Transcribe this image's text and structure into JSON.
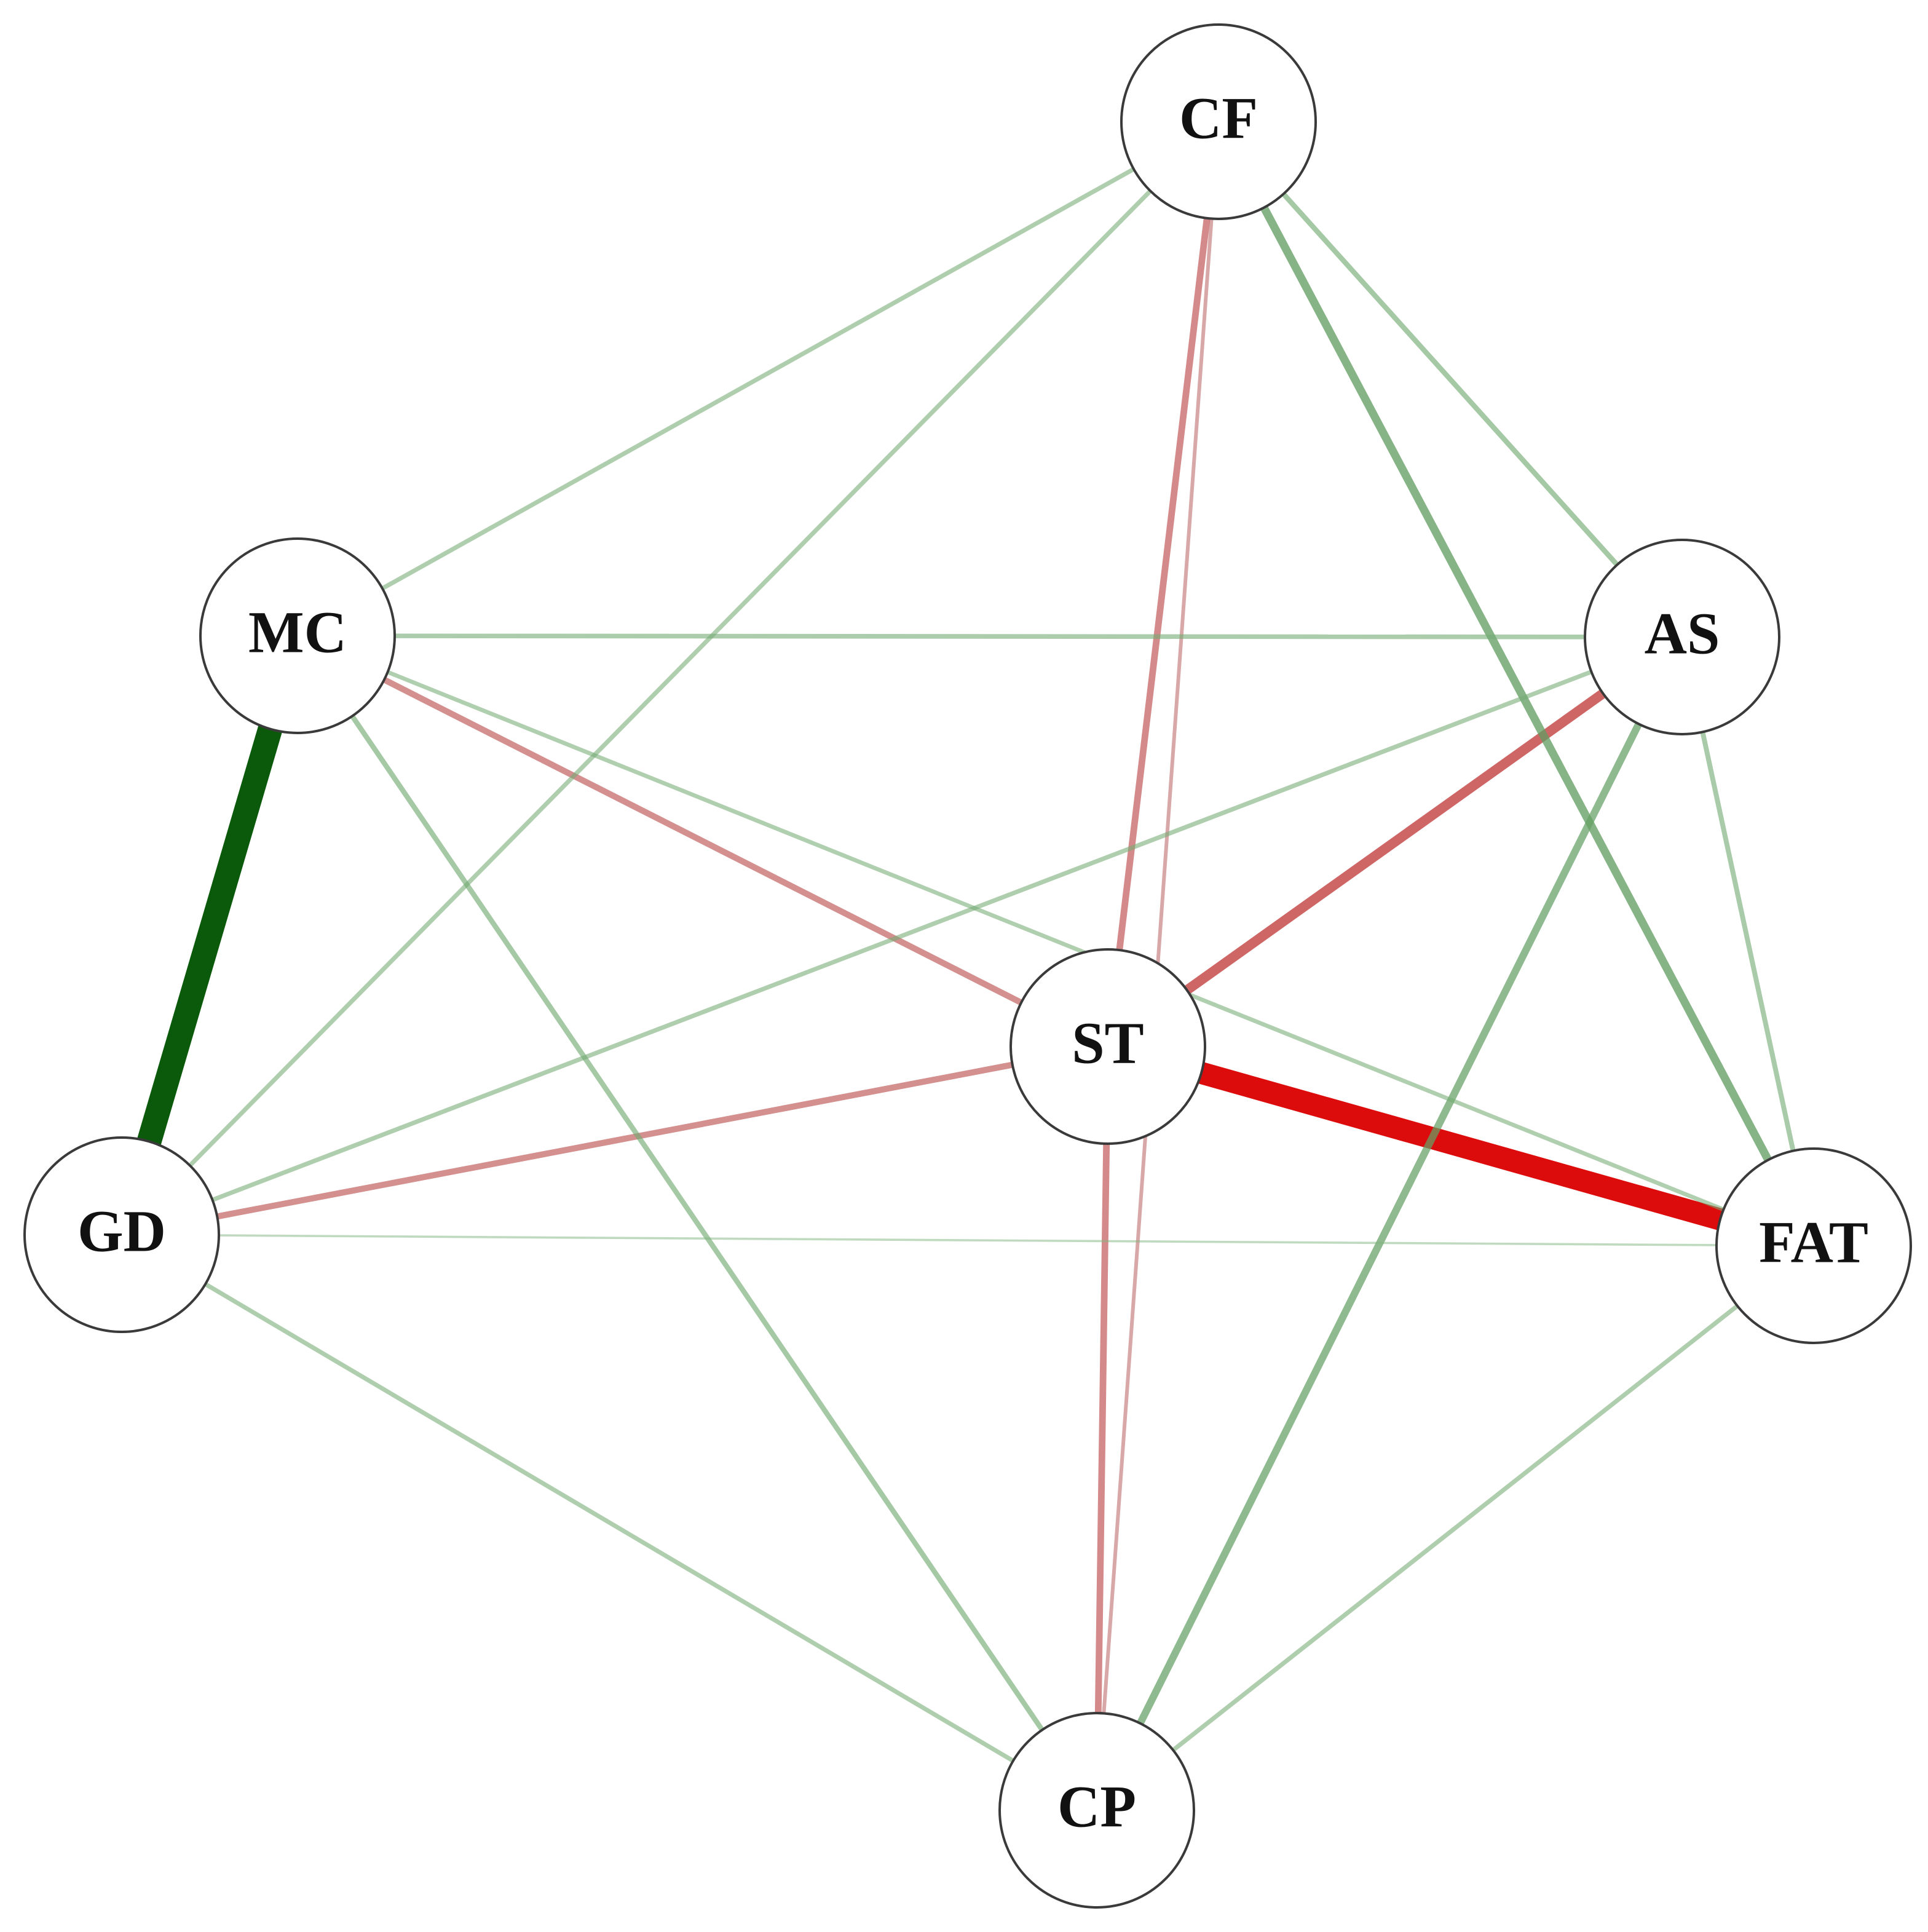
{
  "nodes": [
    {
      "id": "CF",
      "label": "CF"
    },
    {
      "id": "MC",
      "label": "MC"
    },
    {
      "id": "AS",
      "label": "AS"
    },
    {
      "id": "ST",
      "label": "ST"
    },
    {
      "id": "GD",
      "label": "GD"
    },
    {
      "id": "FAT",
      "label": "FAT"
    },
    {
      "id": "CP",
      "label": "CP"
    }
  ],
  "edges": [
    {
      "source": "MC",
      "target": "GD",
      "sign": "positive",
      "weight": 0.95
    },
    {
      "source": "ST",
      "target": "FAT",
      "sign": "negative",
      "weight": 0.85
    },
    {
      "source": "ST",
      "target": "AS",
      "sign": "negative",
      "weight": 0.35
    },
    {
      "source": "CF",
      "target": "ST",
      "sign": "negative",
      "weight": 0.22
    },
    {
      "source": "MC",
      "target": "ST",
      "sign": "negative",
      "weight": 0.2
    },
    {
      "source": "GD",
      "target": "ST",
      "sign": "negative",
      "weight": 0.2
    },
    {
      "source": "ST",
      "target": "CP",
      "sign": "negative",
      "weight": 0.22
    },
    {
      "source": "CF",
      "target": "CP",
      "sign": "negative",
      "weight": 0.1
    },
    {
      "source": "CF",
      "target": "FAT",
      "sign": "positive",
      "weight": 0.28
    },
    {
      "source": "AS",
      "target": "CP",
      "sign": "positive",
      "weight": 0.25
    },
    {
      "source": "CF",
      "target": "AS",
      "sign": "positive",
      "weight": 0.16
    },
    {
      "source": "CF",
      "target": "MC",
      "sign": "positive",
      "weight": 0.13
    },
    {
      "source": "CF",
      "target": "GD",
      "sign": "positive",
      "weight": 0.13
    },
    {
      "source": "MC",
      "target": "AS",
      "sign": "positive",
      "weight": 0.14
    },
    {
      "source": "AS",
      "target": "GD",
      "sign": "positive",
      "weight": 0.13
    },
    {
      "source": "AS",
      "target": "FAT",
      "sign": "positive",
      "weight": 0.15
    },
    {
      "source": "MC",
      "target": "FAT",
      "sign": "positive",
      "weight": 0.12
    },
    {
      "source": "MC",
      "target": "CP",
      "sign": "positive",
      "weight": 0.16
    },
    {
      "source": "GD",
      "target": "CP",
      "sign": "positive",
      "weight": 0.13
    },
    {
      "source": "FAT",
      "target": "CP",
      "sign": "positive",
      "weight": 0.13
    },
    {
      "source": "GD",
      "target": "FAT",
      "sign": "positive",
      "weight": 0.04
    }
  ],
  "colors": {
    "positive_strong": "#0b5a0b",
    "positive_weak": "#7fb47f",
    "negative_strong": "#e00000",
    "negative_weak": "#b86a6a"
  }
}
